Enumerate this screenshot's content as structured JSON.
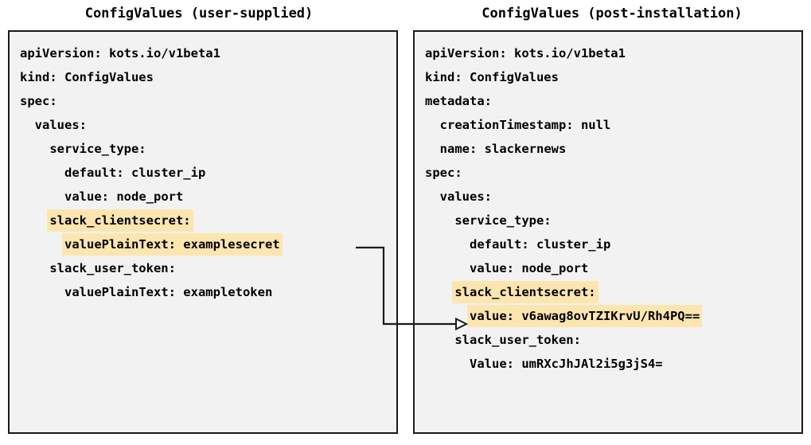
{
  "diagram": {
    "type": "two-panel-yaml-comparison",
    "background_color": "#ffffff",
    "highlight_color": "#fde5b0",
    "panel_background": "#f2f2f2",
    "panel_border_color": "#1a1a1a",
    "text_color": "#000000"
  },
  "left_panel": {
    "title": "ConfigValues (user-supplied)",
    "lines": [
      {
        "text": "apiVersion: kots.io/v1beta1",
        "highlight": false
      },
      {
        "text": "kind: ConfigValues",
        "highlight": false
      },
      {
        "text": "spec:",
        "highlight": false
      },
      {
        "text": "  values:",
        "highlight": false
      },
      {
        "text": "    service_type:",
        "highlight": false
      },
      {
        "text": "      default: cluster_ip",
        "highlight": false
      },
      {
        "text": "      value: node_port",
        "highlight": false
      },
      {
        "text": "    slack_clientsecret:",
        "highlight": true
      },
      {
        "text": "      valuePlainText: examplesecret",
        "highlight": true
      },
      {
        "text": "    slack_user_token:",
        "highlight": false
      },
      {
        "text": "      valuePlainText: exampletoken",
        "highlight": false
      }
    ]
  },
  "right_panel": {
    "title": "ConfigValues (post-installation)",
    "lines": [
      {
        "text": "apiVersion: kots.io/v1beta1",
        "highlight": false
      },
      {
        "text": "kind: ConfigValues",
        "highlight": false
      },
      {
        "text": "metadata:",
        "highlight": false
      },
      {
        "text": "  creationTimestamp: null",
        "highlight": false
      },
      {
        "text": "  name: slackernews",
        "highlight": false
      },
      {
        "text": "spec:",
        "highlight": false
      },
      {
        "text": "  values:",
        "highlight": false
      },
      {
        "text": "    service_type:",
        "highlight": false
      },
      {
        "text": "      default: cluster_ip",
        "highlight": false
      },
      {
        "text": "      value: node_port",
        "highlight": false
      },
      {
        "text": "    slack_clientsecret:",
        "highlight": true
      },
      {
        "text": "      value: v6awag8ovTZIKrvU/Rh4PQ==",
        "highlight": true
      },
      {
        "text": "    slack_user_token:",
        "highlight": false
      },
      {
        "text": "      Value: umRXcJhJAl2i5g3jS4=",
        "highlight": false
      }
    ]
  },
  "connector": {
    "from_label": "valuePlainText: examplesecret",
    "to_label": "value: v6awag8ovTZIKrvU/Rh4PQ==",
    "color": "#1a1a1a",
    "arrowhead": "open-triangle"
  }
}
